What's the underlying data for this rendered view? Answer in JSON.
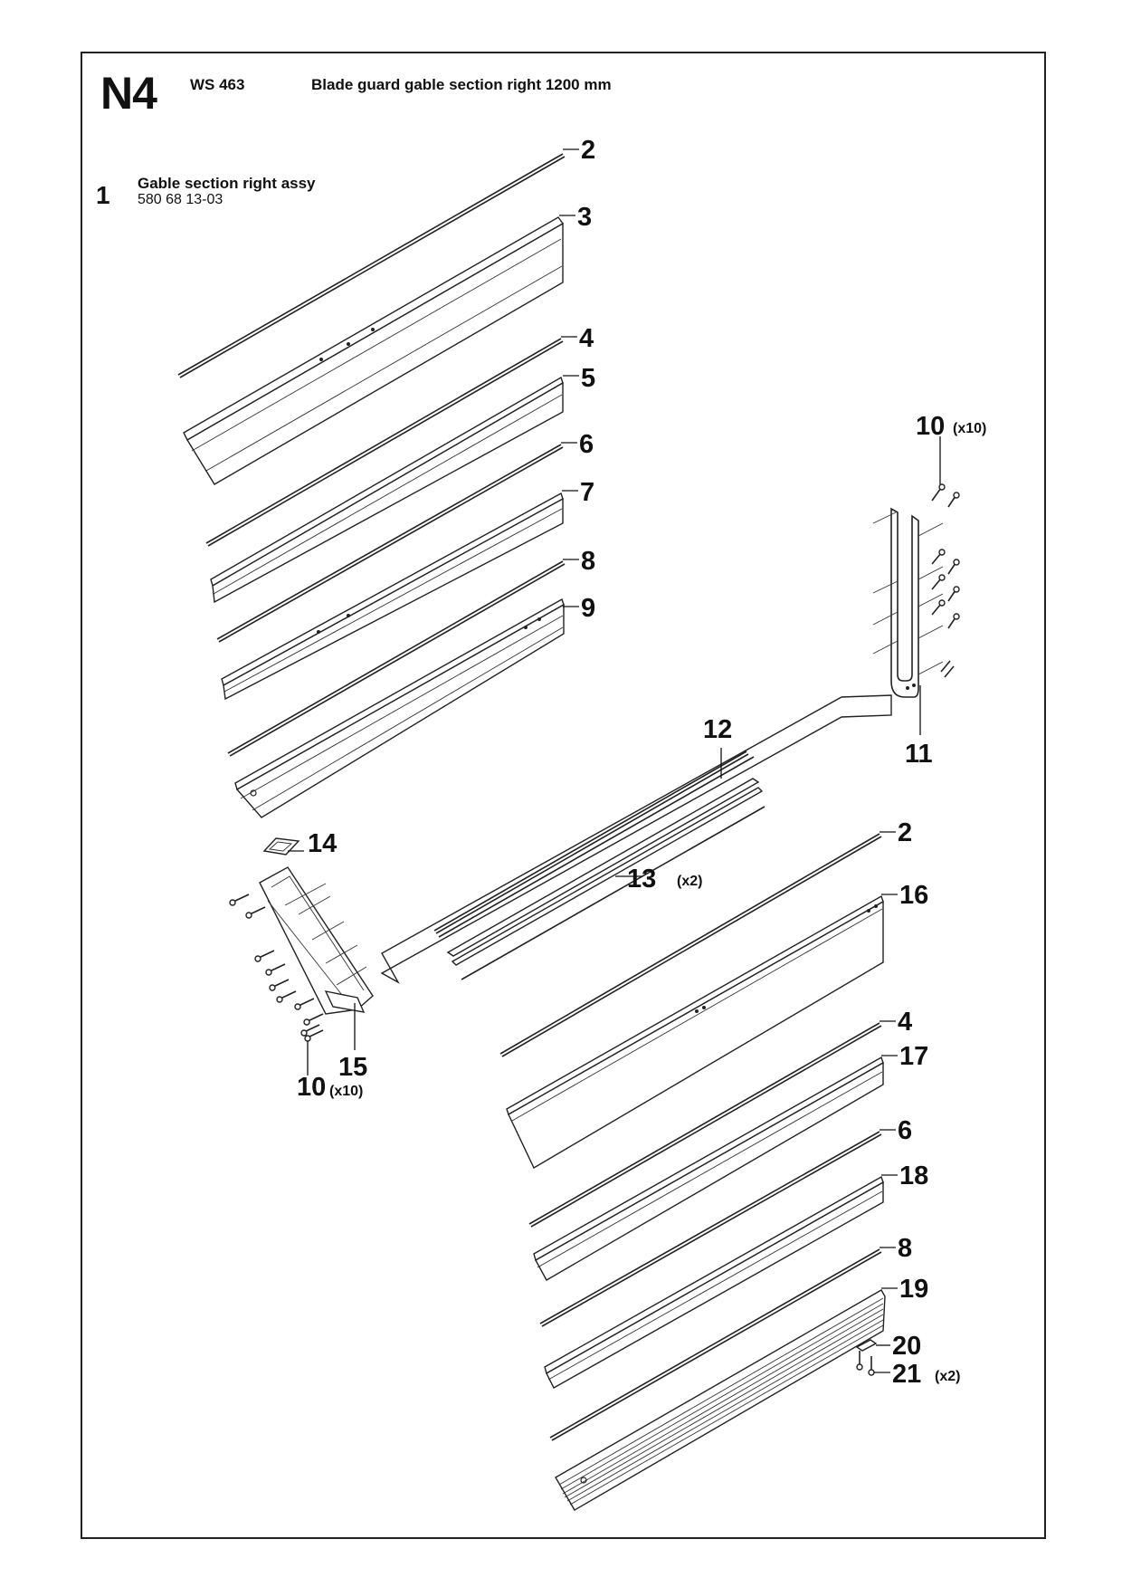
{
  "header": {
    "section_code": "N4",
    "model": "WS 463",
    "title": "Blade guard gable section right 1200 mm"
  },
  "assembly": {
    "number": "1",
    "name": "Gable section right assy",
    "part_number": "580 68 13-03"
  },
  "callouts": [
    {
      "id": "c2a",
      "number": "2",
      "qty": ""
    },
    {
      "id": "c3",
      "number": "3",
      "qty": ""
    },
    {
      "id": "c4a",
      "number": "4",
      "qty": ""
    },
    {
      "id": "c5",
      "number": "5",
      "qty": ""
    },
    {
      "id": "c6a",
      "number": "6",
      "qty": ""
    },
    {
      "id": "c7",
      "number": "7",
      "qty": ""
    },
    {
      "id": "c8a",
      "number": "8",
      "qty": ""
    },
    {
      "id": "c9",
      "number": "9",
      "qty": ""
    },
    {
      "id": "c10a",
      "number": "10",
      "qty": "(x10)"
    },
    {
      "id": "c11",
      "number": "11",
      "qty": ""
    },
    {
      "id": "c12",
      "number": "12",
      "qty": ""
    },
    {
      "id": "c13",
      "number": "13",
      "qty": "(x2)"
    },
    {
      "id": "c14",
      "number": "14",
      "qty": ""
    },
    {
      "id": "c15",
      "number": "15",
      "qty": ""
    },
    {
      "id": "c10b",
      "number": "10",
      "qty": "(x10)"
    },
    {
      "id": "c2b",
      "number": "2",
      "qty": ""
    },
    {
      "id": "c16",
      "number": "16",
      "qty": ""
    },
    {
      "id": "c4b",
      "number": "4",
      "qty": ""
    },
    {
      "id": "c17",
      "number": "17",
      "qty": ""
    },
    {
      "id": "c6b",
      "number": "6",
      "qty": ""
    },
    {
      "id": "c18",
      "number": "18",
      "qty": ""
    },
    {
      "id": "c8b",
      "number": "8",
      "qty": ""
    },
    {
      "id": "c19",
      "number": "19",
      "qty": ""
    },
    {
      "id": "c20",
      "number": "20",
      "qty": ""
    },
    {
      "id": "c21",
      "number": "21",
      "qty": "(x2)"
    }
  ]
}
